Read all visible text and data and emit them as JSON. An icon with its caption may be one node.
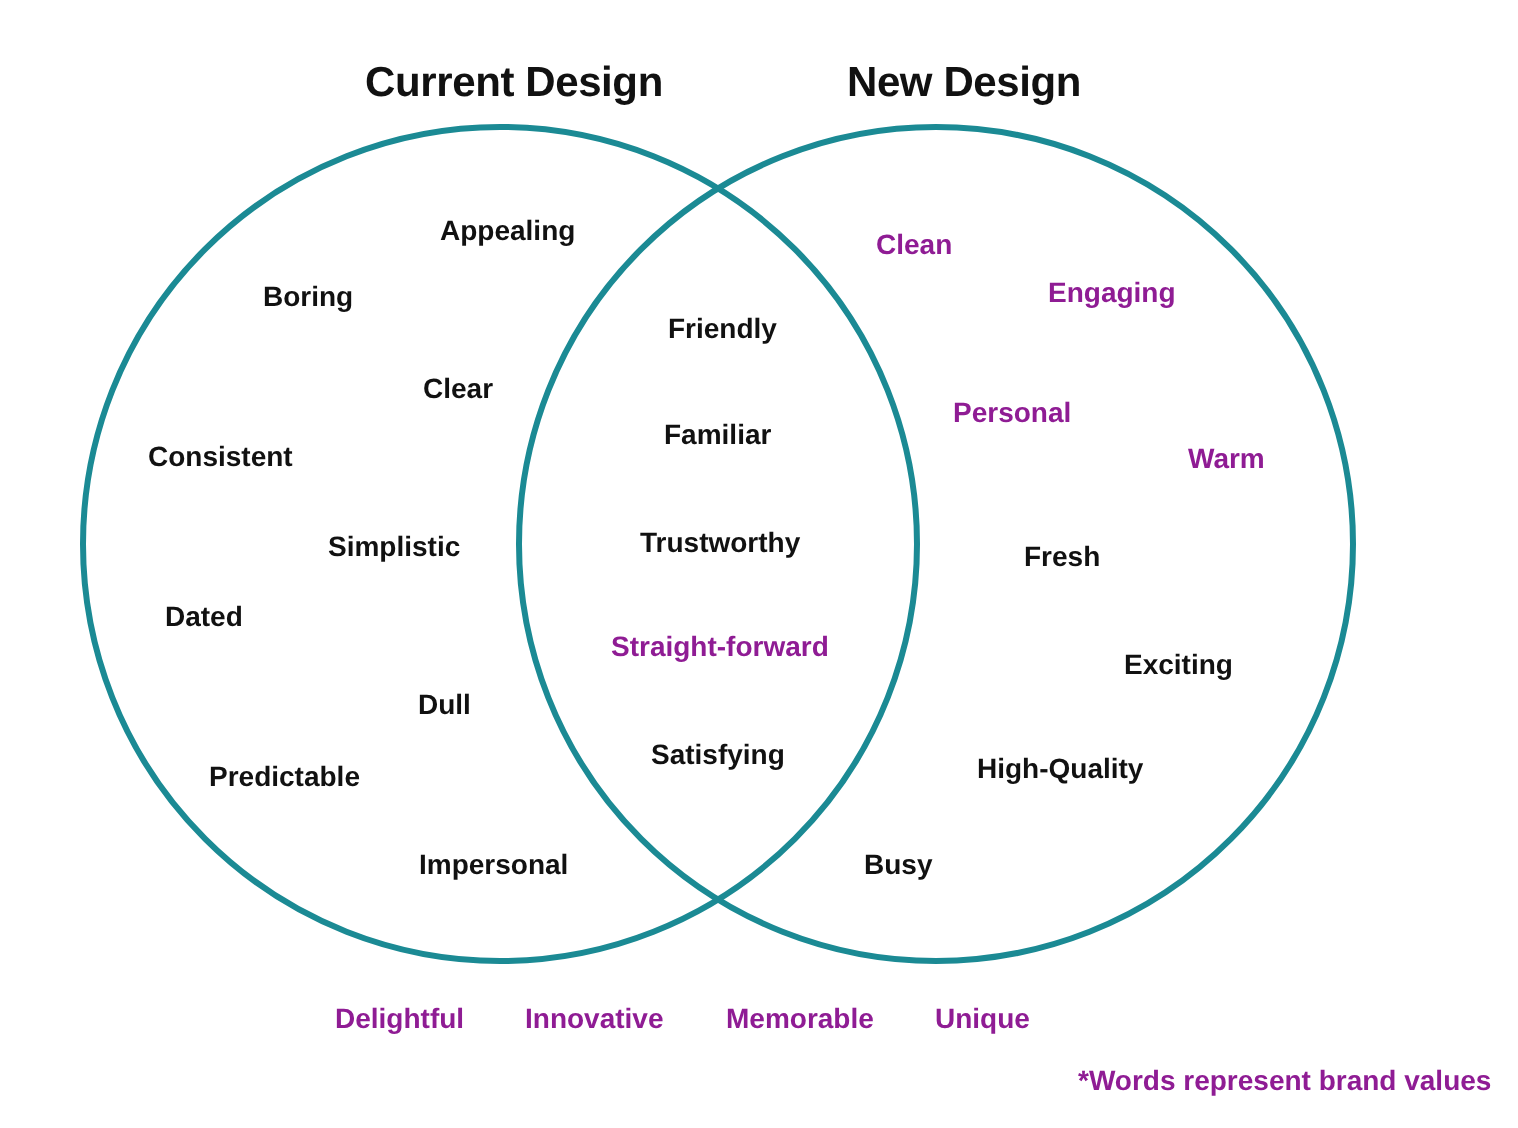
{
  "diagram": {
    "nodes": [
      {
        "text": [
          "Current Design"
        ]
      },
      {
        "text": [
          "New Design"
        ]
      }
    ],
    "labels": [
      "Appealing",
      "Clean",
      "Boring",
      "Engaging",
      "Friendly",
      "Clear",
      "Personal",
      "Familiar",
      "Consistent",
      "Warm",
      "Simplistic",
      "Trustworthy",
      "Fresh",
      "Dated",
      "Straight-forward",
      "Exciting",
      "Dull",
      "Satisfying",
      "Predictable",
      "High-Quality",
      "Impersonal",
      "Busy",
      "Delightful",
      "Innovative",
      "Memorable",
      "Unique",
      "*Words represent brand values"
    ]
  }
}
